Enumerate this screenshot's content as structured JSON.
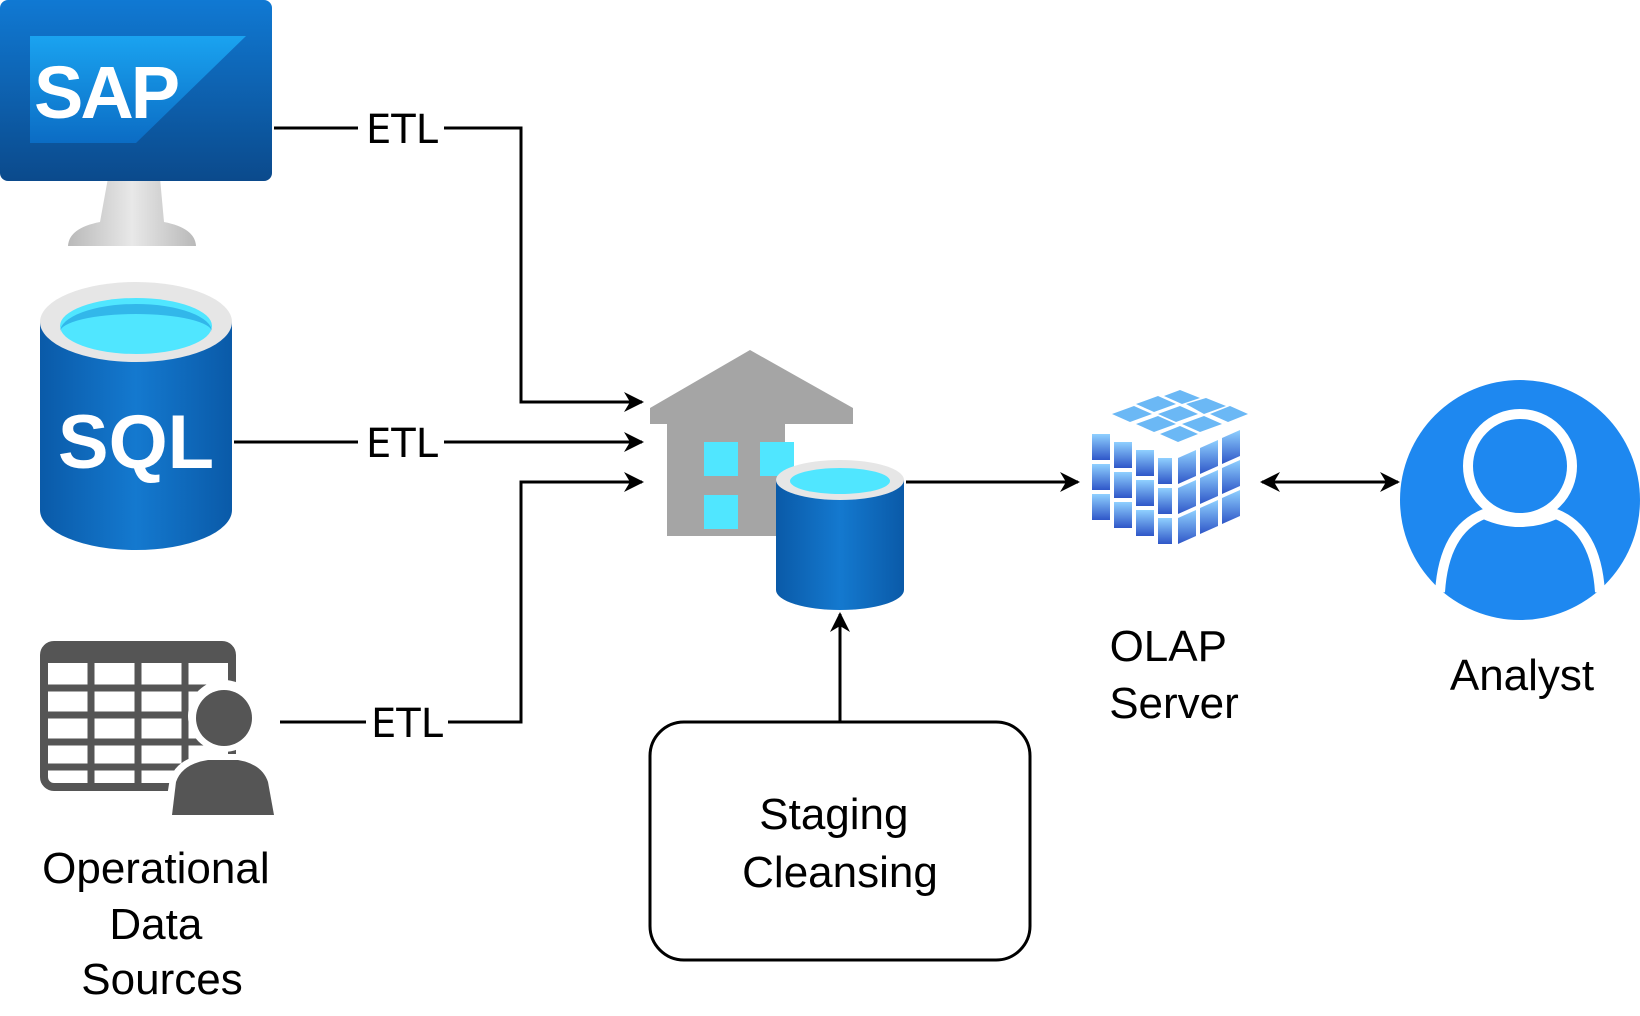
{
  "sources": {
    "sap_logo": "SAP",
    "sql_logo": "SQL",
    "operational_label_lines": [
      "Operational",
      "Data",
      "Sources"
    ]
  },
  "edges": {
    "etl_sap": "ETL",
    "etl_sql": "ETL",
    "etl_ops": "ETL"
  },
  "staging": {
    "lines": [
      "Staging",
      "Cleansing"
    ]
  },
  "olap": {
    "lines": [
      "OLAP",
      "Server"
    ]
  },
  "analyst": {
    "label": "Analyst"
  },
  "icons": {
    "sap": "monitor-sap-icon",
    "sql": "sql-database-icon",
    "operational": "table-user-icon",
    "warehouse": "data-warehouse-icon",
    "olap": "olap-cube-icon",
    "analyst": "user-avatar-icon"
  },
  "colors": {
    "azure_blue": "#0f6fc6",
    "dark_blue": "#0a4f96",
    "cyan": "#50e6ff",
    "gray": "#a5a5a5",
    "dark_gray": "#555555",
    "analyst_blue": "#1e88f0"
  }
}
